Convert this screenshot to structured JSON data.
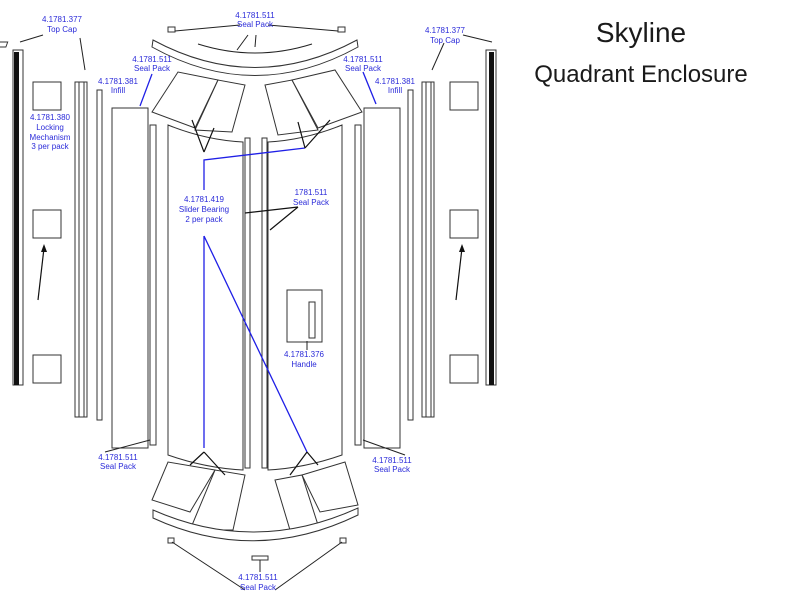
{
  "title": {
    "line1": "Skyline",
    "line2": "Quadrant Enclosure"
  },
  "labels": {
    "top_seal_pack": {
      "code": "4.1781.511",
      "name": "Seal Pack"
    },
    "top_cap_left": {
      "code": "4.1781.377",
      "name": "Top Cap"
    },
    "top_cap_right": {
      "code": "4.1781.377",
      "name": "Top Cap"
    },
    "seal_pack_left": {
      "code": "4.1781.511",
      "name": "Seal Pack"
    },
    "seal_pack_right": {
      "code": "4.1781.511",
      "name": "Seal Pack"
    },
    "infill_left": {
      "code": "4.1781.381",
      "name": "Infill"
    },
    "infill_right": {
      "code": "4.1781.381",
      "name": "Infill"
    },
    "locking": {
      "code": "4.1781.380",
      "name1": "Locking",
      "name2": "Mechanism",
      "qty": "3 per pack"
    },
    "slider_bearing": {
      "code": "4.1781.419",
      "name": "Slider Bearing",
      "qty": "2 per pack"
    },
    "center_seal_pack": {
      "code": "1781.511",
      "name": "Seal Pack"
    },
    "handle": {
      "code": "4.1781.376",
      "name": "Handle"
    },
    "bottom_left_seal_pack": {
      "code": "4.1781.511",
      "name": "Seal Pack"
    },
    "bottom_right_seal_pack": {
      "code": "4.1781.511",
      "name": "Seal Pack"
    },
    "bottom_seal_pack": {
      "code": "4.1781.511",
      "name": "Seal Pack"
    }
  },
  "colors": {
    "label": "#2b2bd9",
    "arrow": "#1f1fe6",
    "line": "#222222"
  }
}
